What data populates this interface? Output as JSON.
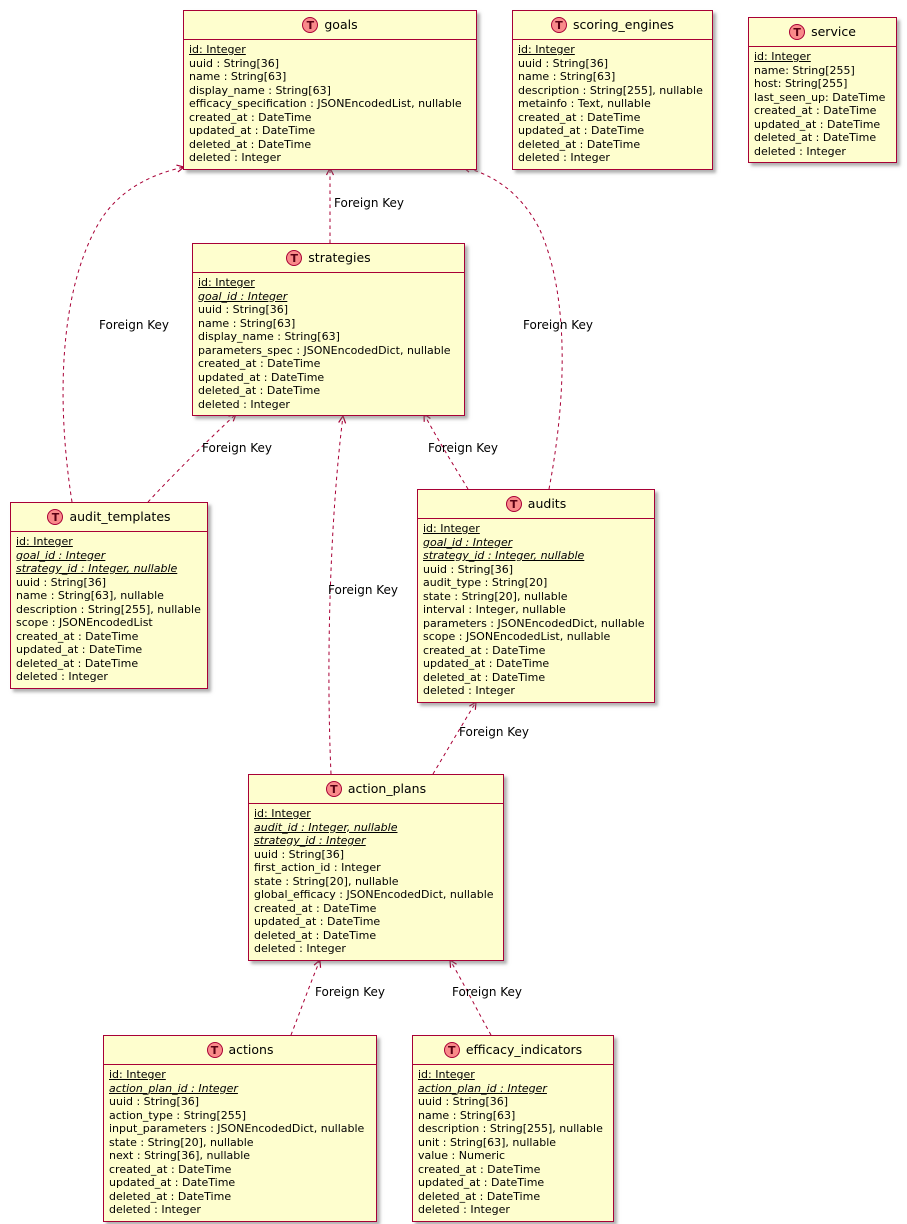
{
  "diagram": {
    "colors": {
      "background": "#FFFFFF",
      "table_fill": "#FEFECE",
      "table_border": "#A80036",
      "spot_fill": "#F98A8A",
      "arrow": "#A80036",
      "text": "#000000"
    },
    "tables": [
      {
        "id": "goals",
        "stereotype": "T",
        "name": "goals",
        "fields": [
          {
            "text": "id: Integer",
            "key": "pk"
          },
          {
            "text": "uuid : String[36]"
          },
          {
            "text": "name : String[63]"
          },
          {
            "text": "display_name : String[63]"
          },
          {
            "text": "efficacy_specification : JSONEncodedList, nullable"
          },
          {
            "text": "created_at : DateTime"
          },
          {
            "text": "updated_at : DateTime"
          },
          {
            "text": "deleted_at : DateTime"
          },
          {
            "text": "deleted : Integer"
          }
        ]
      },
      {
        "id": "scoring_engines",
        "stereotype": "T",
        "name": "scoring_engines",
        "fields": [
          {
            "text": "id: Integer",
            "key": "pk"
          },
          {
            "text": "uuid : String[36]"
          },
          {
            "text": "name : String[63]"
          },
          {
            "text": "description : String[255], nullable"
          },
          {
            "text": "metainfo : Text, nullable"
          },
          {
            "text": "created_at : DateTime"
          },
          {
            "text": "updated_at : DateTime"
          },
          {
            "text": "deleted_at : DateTime"
          },
          {
            "text": "deleted : Integer"
          }
        ]
      },
      {
        "id": "service",
        "stereotype": "T",
        "name": "service",
        "fields": [
          {
            "text": "id: Integer",
            "key": "pk"
          },
          {
            "text": "name: String[255]"
          },
          {
            "text": "host: String[255]"
          },
          {
            "text": "last_seen_up: DateTime"
          },
          {
            "text": "created_at : DateTime"
          },
          {
            "text": "updated_at : DateTime"
          },
          {
            "text": "deleted_at : DateTime"
          },
          {
            "text": "deleted : Integer"
          }
        ]
      },
      {
        "id": "strategies",
        "stereotype": "T",
        "name": "strategies",
        "fields": [
          {
            "text": "id: Integer",
            "key": "pk"
          },
          {
            "text": "goal_id : Integer",
            "key": "fk"
          },
          {
            "text": "uuid : String[36]"
          },
          {
            "text": "name : String[63]"
          },
          {
            "text": "display_name : String[63]"
          },
          {
            "text": "parameters_spec : JSONEncodedDict, nullable"
          },
          {
            "text": "created_at : DateTime"
          },
          {
            "text": "updated_at : DateTime"
          },
          {
            "text": "deleted_at : DateTime"
          },
          {
            "text": "deleted : Integer"
          }
        ]
      },
      {
        "id": "audit_templates",
        "stereotype": "T",
        "name": "audit_templates",
        "fields": [
          {
            "text": "id: Integer",
            "key": "pk"
          },
          {
            "text": "goal_id : Integer",
            "key": "fk"
          },
          {
            "text": "strategy_id : Integer, nullable",
            "key": "fk"
          },
          {
            "text": "uuid : String[36]"
          },
          {
            "text": "name : String[63], nullable"
          },
          {
            "text": "description : String[255], nullable"
          },
          {
            "text": "scope : JSONEncodedList"
          },
          {
            "text": "created_at : DateTime"
          },
          {
            "text": "updated_at : DateTime"
          },
          {
            "text": "deleted_at : DateTime"
          },
          {
            "text": "deleted : Integer"
          }
        ]
      },
      {
        "id": "audits",
        "stereotype": "T",
        "name": "audits",
        "fields": [
          {
            "text": "id: Integer",
            "key": "pk"
          },
          {
            "text": "goal_id : Integer",
            "key": "fk"
          },
          {
            "text": "strategy_id : Integer, nullable",
            "key": "fk"
          },
          {
            "text": "uuid : String[36]"
          },
          {
            "text": "audit_type : String[20]"
          },
          {
            "text": "state : String[20], nullable"
          },
          {
            "text": "interval : Integer, nullable"
          },
          {
            "text": "parameters : JSONEncodedDict, nullable"
          },
          {
            "text": "scope : JSONEncodedList, nullable"
          },
          {
            "text": "created_at : DateTime"
          },
          {
            "text": "updated_at : DateTime"
          },
          {
            "text": "deleted_at : DateTime"
          },
          {
            "text": "deleted : Integer"
          }
        ]
      },
      {
        "id": "action_plans",
        "stereotype": "T",
        "name": "action_plans",
        "fields": [
          {
            "text": "id: Integer",
            "key": "pk"
          },
          {
            "text": "audit_id : Integer, nullable",
            "key": "fk"
          },
          {
            "text": "strategy_id : Integer",
            "key": "fk"
          },
          {
            "text": "uuid : String[36]"
          },
          {
            "text": "first_action_id : Integer"
          },
          {
            "text": "state : String[20], nullable"
          },
          {
            "text": "global_efficacy : JSONEncodedDict, nullable"
          },
          {
            "text": "created_at : DateTime"
          },
          {
            "text": "updated_at : DateTime"
          },
          {
            "text": "deleted_at : DateTime"
          },
          {
            "text": "deleted : Integer"
          }
        ]
      },
      {
        "id": "actions",
        "stereotype": "T",
        "name": "actions",
        "fields": [
          {
            "text": "id: Integer",
            "key": "pk"
          },
          {
            "text": "action_plan_id : Integer",
            "key": "fk"
          },
          {
            "text": "uuid : String[36]"
          },
          {
            "text": "action_type : String[255]"
          },
          {
            "text": "input_parameters : JSONEncodedDict, nullable"
          },
          {
            "text": "state : String[20], nullable"
          },
          {
            "text": "next : String[36], nullable"
          },
          {
            "text": "created_at : DateTime"
          },
          {
            "text": "updated_at : DateTime"
          },
          {
            "text": "deleted_at : DateTime"
          },
          {
            "text": "deleted : Integer"
          }
        ]
      },
      {
        "id": "efficacy_indicators",
        "stereotype": "T",
        "name": "efficacy_indicators",
        "fields": [
          {
            "text": "id: Integer",
            "key": "pk"
          },
          {
            "text": "action_plan_id : Integer",
            "key": "fk"
          },
          {
            "text": "uuid : String[36]"
          },
          {
            "text": "name : String[63]"
          },
          {
            "text": "description : String[255], nullable"
          },
          {
            "text": "unit : String[63], nullable"
          },
          {
            "text": "value : Numeric"
          },
          {
            "text": "created_at : DateTime"
          },
          {
            "text": "updated_at : DateTime"
          },
          {
            "text": "deleted_at : DateTime"
          },
          {
            "text": "deleted : Integer"
          }
        ]
      }
    ],
    "relations": [
      {
        "from": "strategies",
        "to": "goals",
        "label": "Foreign Key"
      },
      {
        "from": "audit_templates",
        "to": "goals",
        "label": "Foreign Key"
      },
      {
        "from": "audits",
        "to": "goals",
        "label": "Foreign Key"
      },
      {
        "from": "audit_templates",
        "to": "strategies",
        "label": "Foreign Key"
      },
      {
        "from": "audits",
        "to": "strategies",
        "label": "Foreign Key"
      },
      {
        "from": "action_plans",
        "to": "strategies",
        "label": "Foreign Key"
      },
      {
        "from": "action_plans",
        "to": "audits",
        "label": "Foreign Key"
      },
      {
        "from": "actions",
        "to": "action_plans",
        "label": "Foreign Key"
      },
      {
        "from": "efficacy_indicators",
        "to": "action_plans",
        "label": "Foreign Key"
      }
    ]
  }
}
